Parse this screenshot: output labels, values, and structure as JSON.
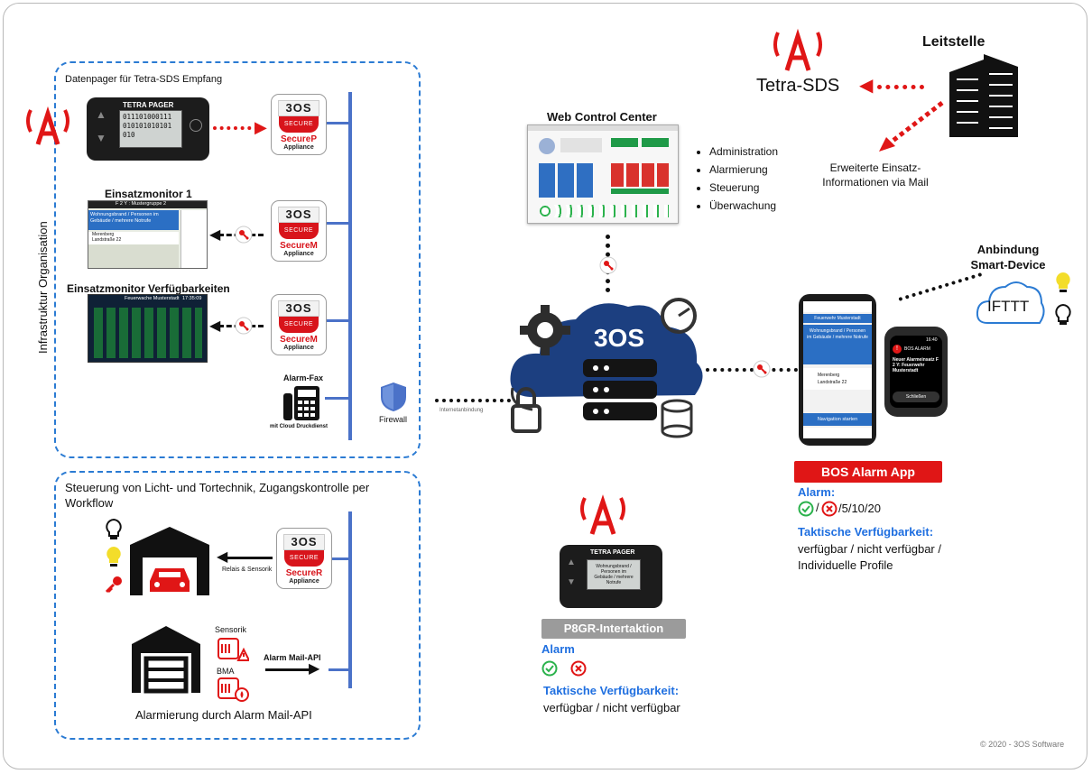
{
  "top": {
    "tetra_sds": "Tetra-SDS",
    "leitstelle": "Leitstelle",
    "einsatz_mail": "Erweiterte Einsatz-\nInformationen via Mail",
    "internet_label": "Internetanbindung"
  },
  "org_box": {
    "vertical_label": "Infrastruktur Organisation",
    "pager_title": "Datenpager für Tetra-SDS Empfang",
    "pager": {
      "title": "TETRA PAGER",
      "lines": [
        "011101000111",
        "010101010101",
        "010"
      ]
    },
    "appliance_p": {
      "brand": "3OS",
      "secure": "SECURE",
      "name": "SecureP",
      "sub": "Appliance"
    },
    "monitor1": {
      "title": "Einsatzmonitor 1",
      "header": "F 2 Y : Mustergruppe 2",
      "alarm": "Wohnungsbrand / Personen im Gebäude / mehrere Notrufe",
      "rows": [
        "Merenberg",
        "Landstraße 22"
      ]
    },
    "appliance_m1": {
      "brand": "3OS",
      "secure": "SECURE",
      "name": "SecureM",
      "sub": "Appliance"
    },
    "monitor2": {
      "title": "Einsatzmonitor Verfügbarkeiten",
      "header": "Feuerwache Musterstadt",
      "time": "17:35:09"
    },
    "appliance_m2": {
      "brand": "3OS",
      "secure": "SECURE",
      "name": "SecureM",
      "sub": "Appliance"
    },
    "fax": {
      "title": "Alarm-Fax",
      "sub": "mit Cloud Druckdienst"
    },
    "firewall": "Firewall"
  },
  "control_box": {
    "title": "Steuerung von Licht- und Tortechnik, Zugangskontrolle per Workflow",
    "relais": "Relais & Sensorik",
    "appliance_r": {
      "brand": "3OS",
      "secure": "SECURE",
      "name": "SecureR",
      "sub": "Appliance"
    },
    "sensorik": "Sensorik",
    "bma": "BMA",
    "mail_api": "Alarm Mail-API",
    "footer": "Alarmierung durch Alarm Mail-API"
  },
  "center": {
    "wcc_title": "Web Control Center",
    "wcc_items": [
      "Administration",
      "Alarmierung",
      "Steuerung",
      "Überwachung"
    ],
    "cloud_brand": "3OS"
  },
  "p8gr": {
    "badge": "P8GR-Intertaktion",
    "pager_title": "TETRA PAGER",
    "pager_text": "Wohnungsbrand / Personen im Gebäude / mehrere Notrufe",
    "alarm_label": "Alarm",
    "taktisch_label": "Taktische Verfügbarkeit:",
    "taktisch_value": "verfügbar / nicht verfügbar"
  },
  "app": {
    "smart_title": "Anbindung\nSmart-Device",
    "ifttt": "IFTTT",
    "phone_header": "Feuerwehr Musterstadt",
    "phone_alarm": "Wohnungsbrand / Personen im Gebäude / mehrere Notrufe",
    "phone_rows": [
      "Merenberg",
      "Landstraße 22"
    ],
    "phone_nav": "Navigation starten",
    "watch_time": "16:40",
    "watch_badge": "BOS ALARM",
    "watch_text": "Neuer Alarmeinsatz F 2 Y: Feuerwehr Musterstadt",
    "watch_btn": "Schließen",
    "badge": "BOS Alarm App",
    "alarm_label": "Alarm:",
    "alarm_value": "/5/10/20",
    "taktisch_label": "Taktische Verfügbarkeit:",
    "taktisch_value": "verfügbar / nicht verfügbar /\nIndividuelle Profile"
  },
  "copyright": "© 2020 - 3OS Software",
  "colors": {
    "accent_blue": "#2b7bd3",
    "red": "#e01616",
    "green": "#2bb24c",
    "dark": "#1c1c1c"
  }
}
